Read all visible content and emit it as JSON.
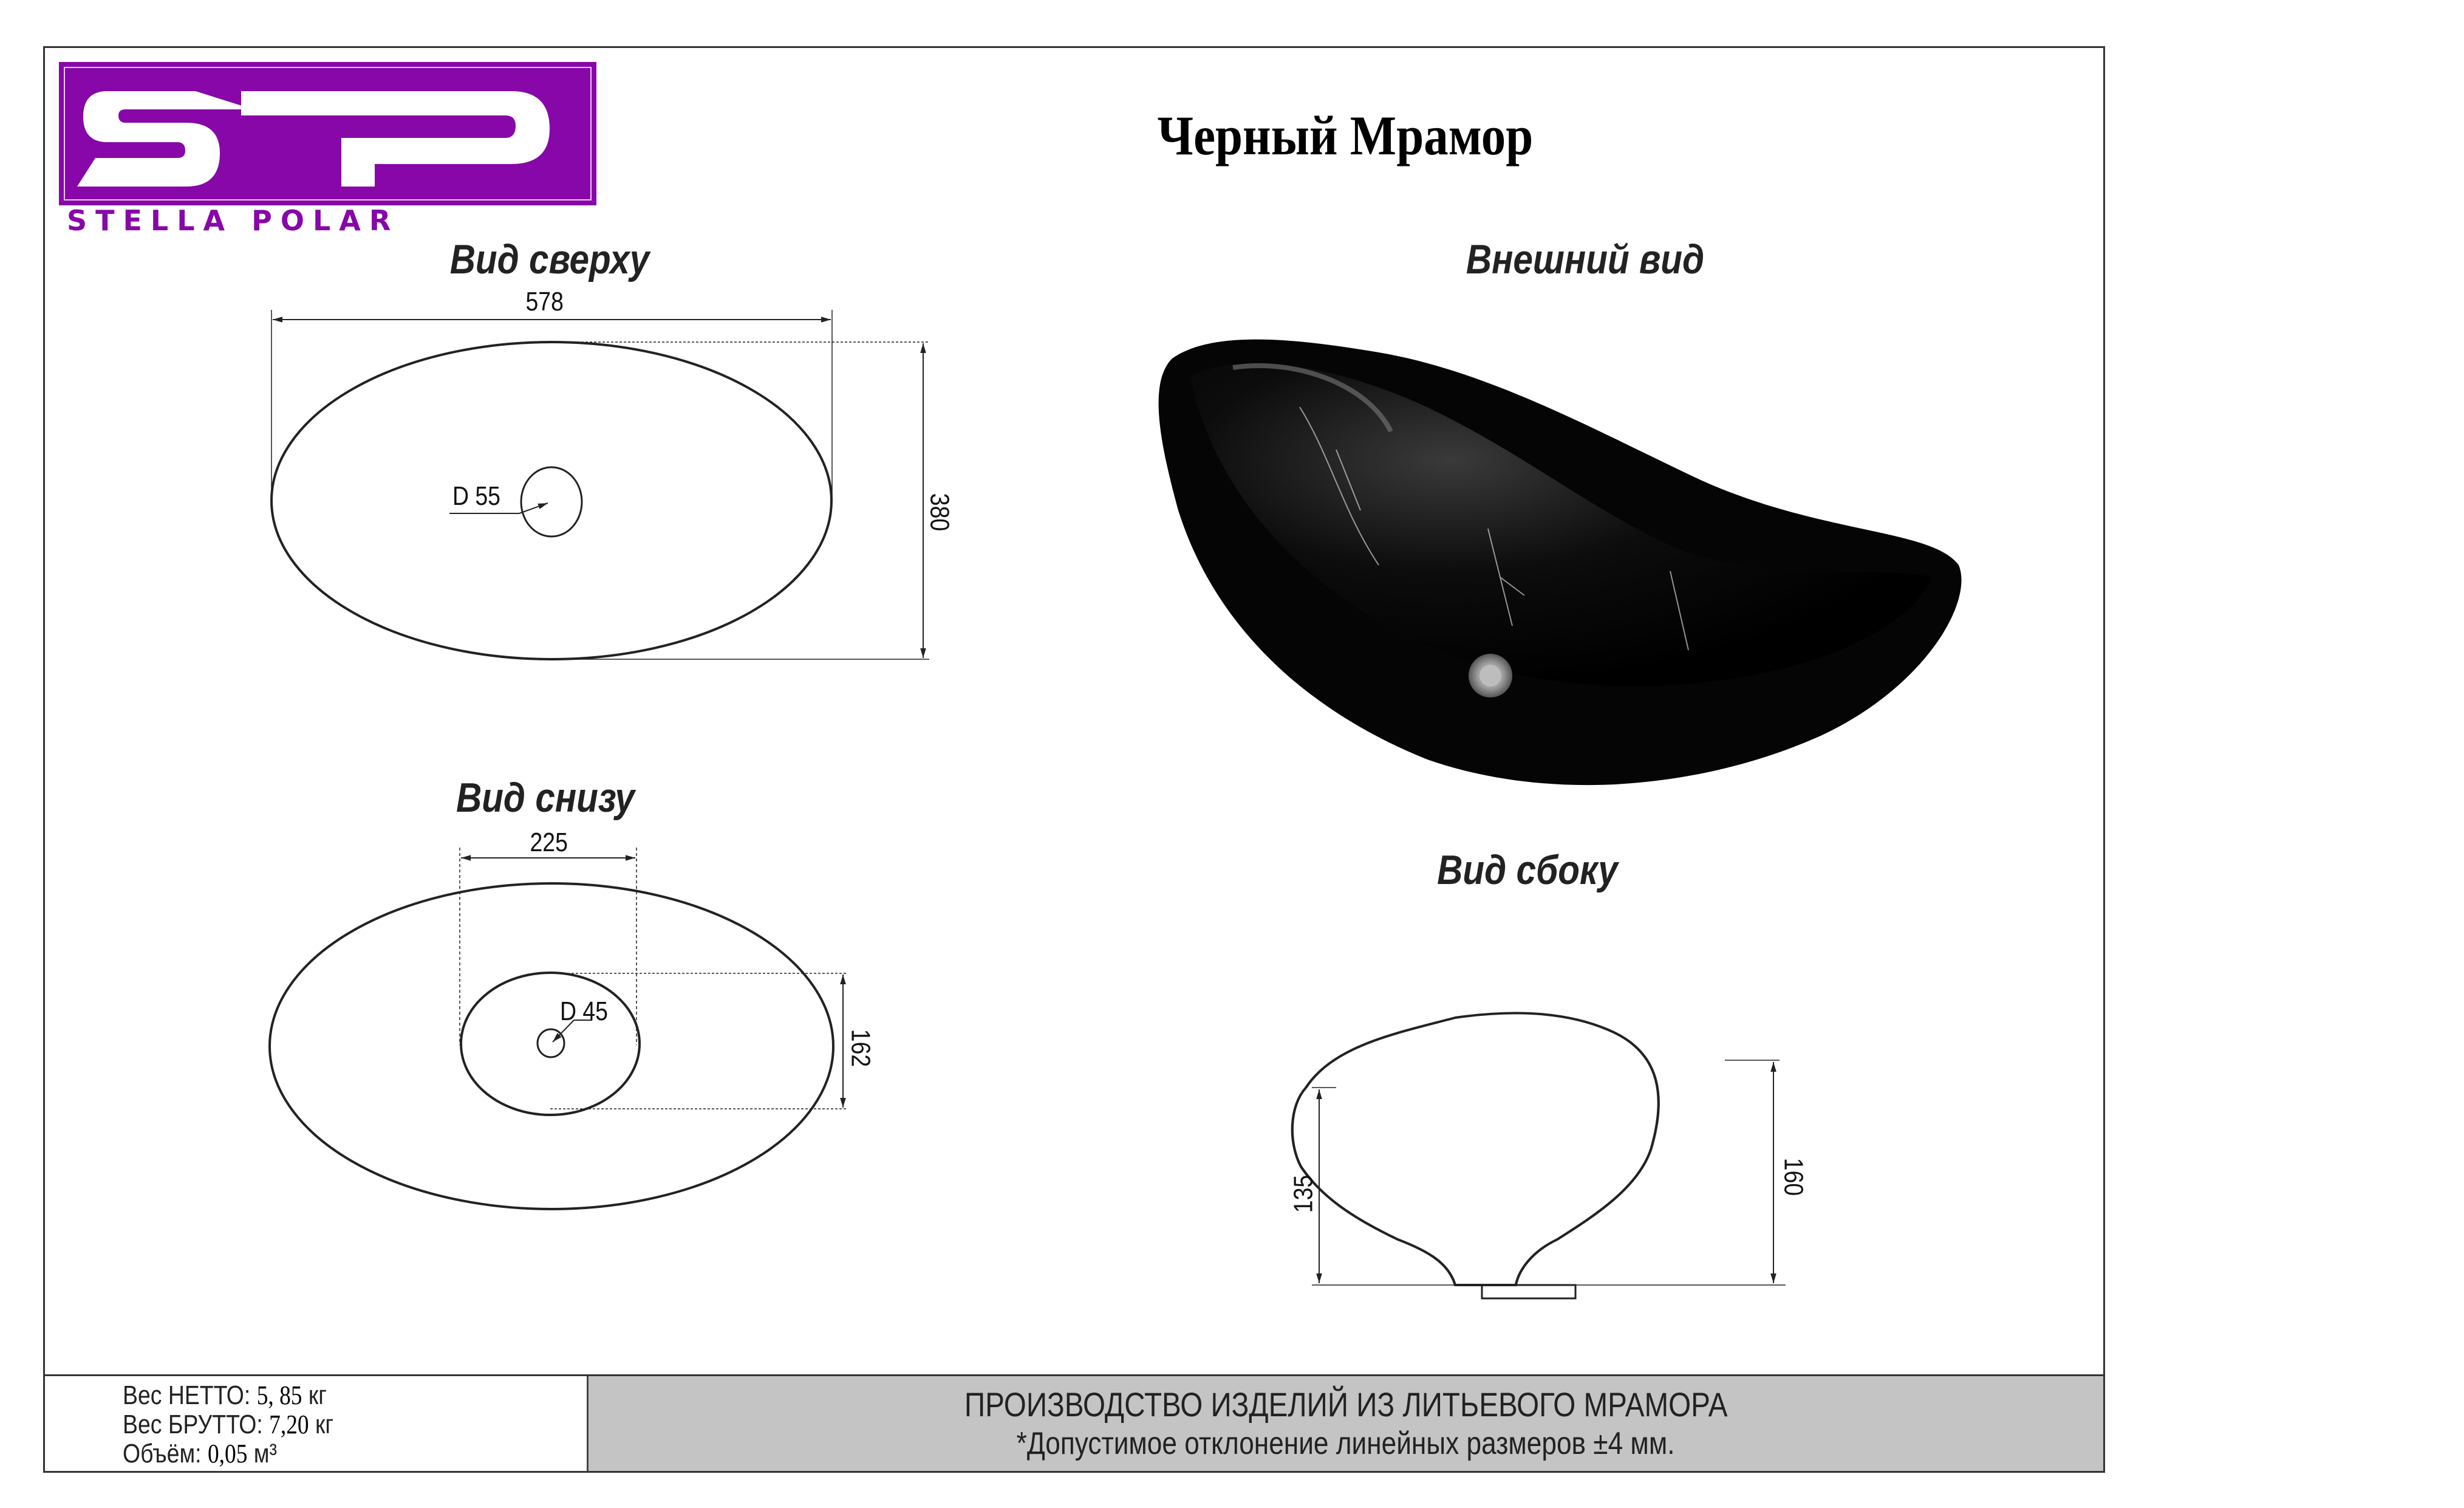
{
  "brand": {
    "logo_letters": "SP",
    "name": "STELLA POLAR",
    "color": "#8707a8"
  },
  "title": "Черный Мрамор",
  "views": {
    "top": {
      "label": "Вид сверху",
      "width_dim": "578",
      "height_dim": "380",
      "drain_label": "D 55"
    },
    "exterior": {
      "label": "Внешний вид",
      "photo_alt": "black-marble-oval-washbasin"
    },
    "bottom": {
      "label": "Вид снизу",
      "base_width_dim": "225",
      "base_height_dim": "162",
      "drain_label": "D 45"
    },
    "side": {
      "label": "Вид сбоку",
      "left_height_dim": "135",
      "right_height_dim": "160"
    }
  },
  "footer": {
    "specs": [
      {
        "label": "Вес НЕТТО:",
        "value": "5, 85",
        "unit": "кг"
      },
      {
        "label": "Вес БРУТТО:",
        "value": "7,20",
        "unit": "кг"
      },
      {
        "label": "Объём:",
        "value": "0,05",
        "unit": "м³"
      }
    ],
    "company_line": "ПРОИЗВОДСТВО ИЗДЕЛИЙ ИЗ ЛИТЬЕВОГО МРАМОРА",
    "tolerance_note": "*Допустимое отклонение линейных размеров ±4 мм.",
    "panel_color": "#c4c4c4"
  }
}
